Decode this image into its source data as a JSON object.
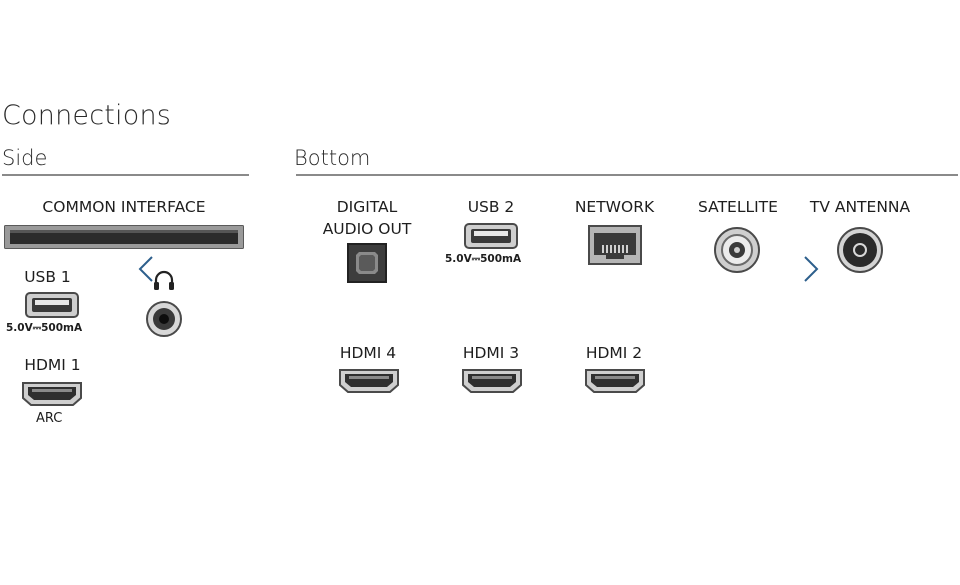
{
  "title": "Connections",
  "sections": {
    "side": "Side",
    "bottom": "Bottom"
  },
  "side": {
    "common_interface": "COMMON INTERFACE",
    "usb1": {
      "label": "USB 1",
      "spec": "5.0V⎓500mA"
    },
    "hdmi1": {
      "label": "HDMI 1",
      "sub": "ARC"
    },
    "headphone_icon": "headphone-icon"
  },
  "bottom": {
    "digital_audio_out": [
      "DIGITAL",
      "AUDIO OUT"
    ],
    "usb2": {
      "label": "USB 2",
      "spec": "5.0V⎓500mA"
    },
    "network": "NETWORK",
    "satellite": "SATELLITE",
    "tv_antenna": "TV ANTENNA",
    "hdmi4": "HDMI 4",
    "hdmi3": "HDMI 3",
    "hdmi2": "HDMI 2"
  },
  "colors": {
    "accent": "#2d5f8c",
    "rule": "#8a8a8a",
    "port_dark": "#3a3a3a"
  }
}
